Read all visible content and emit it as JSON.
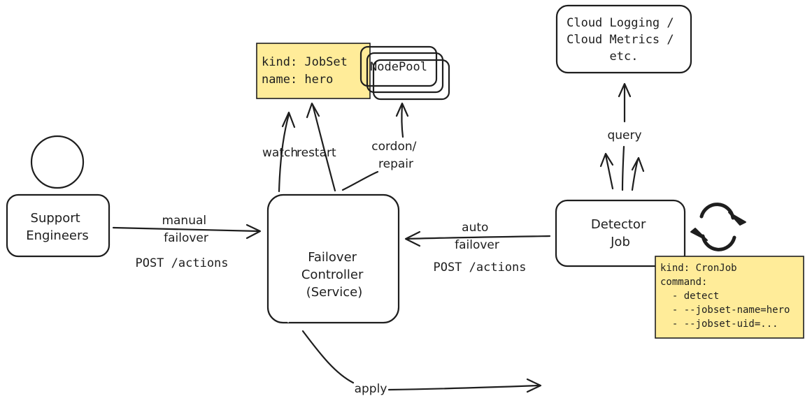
{
  "colors": {
    "support": "#b2f2bb",
    "controller": "#a5d8ff",
    "detector": "#ffc9c9",
    "note": "#ffec99",
    "nodepool": "#ffd8a8",
    "logging": "#e9ecef",
    "stroke": "#1e1e1e"
  },
  "nodes": {
    "support": [
      "Support",
      "Engineers"
    ],
    "controller": [
      "Failover",
      "Controller",
      "(Service)"
    ],
    "detector": [
      "Detector",
      "Job"
    ],
    "logging": [
      "Cloud Logging /",
      "Cloud Metrics /",
      "etc."
    ],
    "jobset": [
      "kind: JobSet",
      "name: hero"
    ],
    "nodepool": "NodePool",
    "cronjob": [
      "kind: CronJob",
      "command:",
      "  - detect",
      "  - --jobset-name=hero",
      "  - --jobset-uid=..."
    ]
  },
  "edges": {
    "manual": [
      "manual",
      "failover"
    ],
    "manual_endpoint": "POST /actions",
    "auto": [
      "auto",
      "failover"
    ],
    "auto_endpoint": "POST /actions",
    "watch": "watch",
    "restart": "restart",
    "cordon": [
      "cordon/",
      "repair"
    ],
    "query": "query",
    "apply": "apply"
  },
  "icons": {
    "person": "person-icon",
    "cycle": "refresh-cycle-icon"
  }
}
